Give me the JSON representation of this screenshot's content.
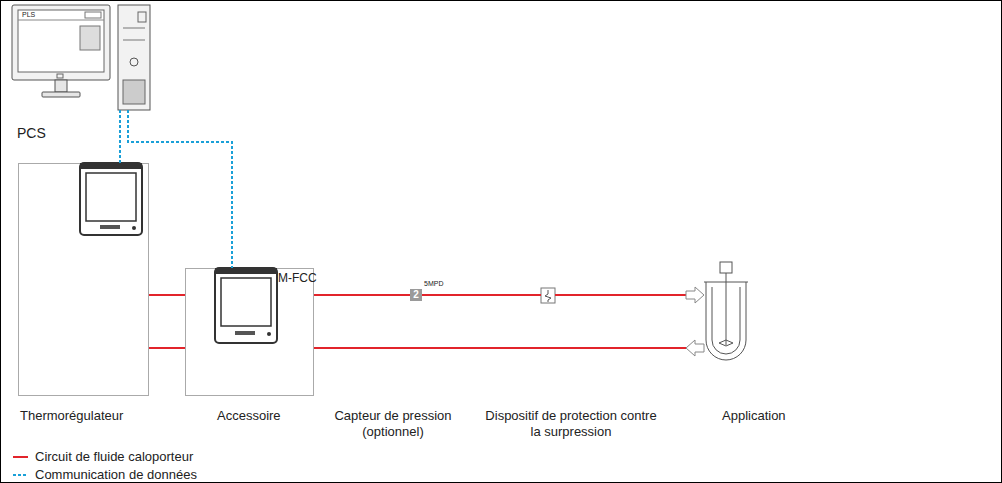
{
  "diagram": {
    "nodes": [
      {
        "text": [
          "PCS"
        ]
      },
      {
        "text": [
          "Thermorégulateur"
        ]
      },
      {
        "text": [
          "M-FCC",
          "Accessoire"
        ]
      },
      {
        "text": [
          "2",
          "5MPD",
          "Capteur de pression (optionnel)"
        ]
      },
      {
        "text": [
          "Dispositif de protection contre la surpression"
        ]
      },
      {
        "text": [
          "Application"
        ]
      }
    ],
    "edges": [
      {
        "from": 0,
        "to": 1,
        "arrow": "none"
      },
      {
        "from": 0,
        "to": 2,
        "arrow": "none"
      },
      {
        "from": 1,
        "to": 2,
        "arrow": "none"
      },
      {
        "from": 1,
        "to": 2,
        "arrow": "none"
      },
      {
        "from": 2,
        "to": 3,
        "arrow": "none"
      },
      {
        "from": 3,
        "to": 4,
        "arrow": "none"
      },
      {
        "from": 4,
        "to": 5,
        "arrow": "to"
      },
      {
        "from": 2,
        "to": 5,
        "arrow": "to"
      }
    ],
    "labels": [
      "PLS"
    ],
    "legend": [
      {
        "text": "Circuit de fluide caloporteur"
      },
      {
        "text": "Communication de données"
      }
    ]
  }
}
